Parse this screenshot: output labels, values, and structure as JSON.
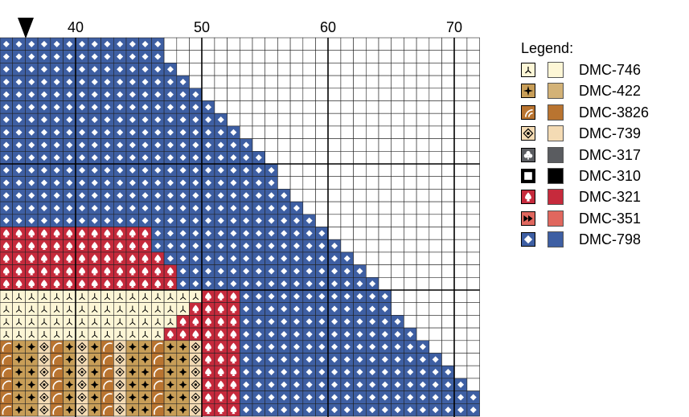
{
  "column_labels": [
    "40",
    "50",
    "60",
    "70"
  ],
  "legend": {
    "title": "Legend:",
    "items": [
      {
        "name": "DMC-746",
        "color": "#fdf6d6",
        "symbol": "tripod",
        "symbol_bg": "#fdf6d6",
        "symbol_fg": "#000000"
      },
      {
        "name": "DMC-422",
        "color": "#d3b277",
        "symbol": "star",
        "symbol_bg": "#c89e58",
        "symbol_fg": "#000000"
      },
      {
        "name": "DMC-3826",
        "color": "#b97430",
        "symbol": "arc",
        "symbol_bg": "#b97430",
        "symbol_fg": "#ffffff"
      },
      {
        "name": "DMC-739",
        "color": "#f4dbb4",
        "symbol": "diamond-dot",
        "symbol_bg": "#f4dbb4",
        "symbol_fg": "#000000"
      },
      {
        "name": "DMC-317",
        "color": "#5a5c60",
        "symbol": "club",
        "symbol_bg": "#5a5c60",
        "symbol_fg": "#ffffff"
      },
      {
        "name": "DMC-310",
        "color": "#000000",
        "symbol": "square",
        "symbol_bg": "#000000",
        "symbol_fg": "#ffffff"
      },
      {
        "name": "DMC-321",
        "color": "#c62a3c",
        "symbol": "spade",
        "symbol_bg": "#c62a3c",
        "symbol_fg": "#ffffff"
      },
      {
        "name": "DMC-351",
        "color": "#e0675e",
        "symbol": "ff",
        "symbol_bg": "#e0675e",
        "symbol_fg": "#000000"
      },
      {
        "name": "DMC-798",
        "color": "#3e5fa3",
        "symbol": "diamond",
        "symbol_bg": "#3e5fa3",
        "symbol_fg": "#ffffff"
      }
    ]
  }
}
